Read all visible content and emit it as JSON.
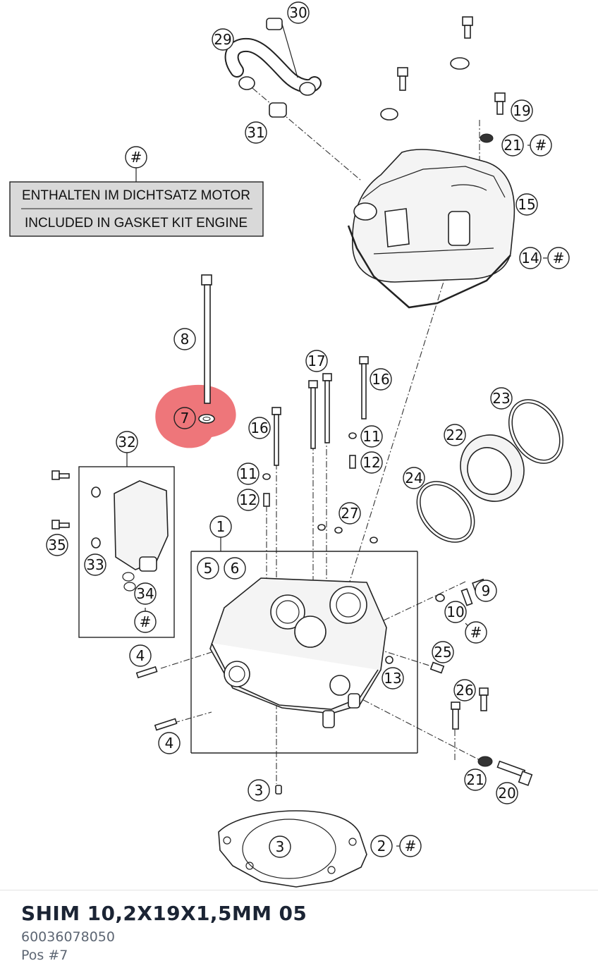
{
  "gasket_box": {
    "marker": "#",
    "line_de": "ENTHALTEN IM DICHTSATZ MOTOR",
    "line_en": "INCLUDED IN GASKET KIT ENGINE"
  },
  "highlight": {
    "color": "#e8484e",
    "callout": "7"
  },
  "callouts": {
    "c1": "1",
    "c2": "2",
    "c3a": "3",
    "c3b": "3",
    "c4a": "4",
    "c4b": "4",
    "c5": "5",
    "c6": "6",
    "c8": "8",
    "c9": "9",
    "c10": "10",
    "c11a": "11",
    "c11b": "11",
    "c12a": "12",
    "c12b": "12",
    "c13": "13",
    "c14": "14",
    "c15": "15",
    "c16a": "16",
    "c16b": "16",
    "c17": "17",
    "c19": "19",
    "c20": "20",
    "c21a": "21",
    "c21b": "21",
    "c22": "22",
    "c23": "23",
    "c24": "24",
    "c25": "25",
    "c26": "26",
    "c27": "27",
    "c29": "29",
    "c30": "30",
    "c31": "31",
    "c32": "32",
    "c33": "33",
    "c34": "34",
    "c35": "35",
    "h2": "#",
    "h10": "#",
    "h14": "#",
    "h21": "#",
    "h34": "#"
  },
  "part": {
    "title": "SHIM 10,2X19X1,5MM 05",
    "number": "60036078050",
    "position": "Pos #7"
  }
}
